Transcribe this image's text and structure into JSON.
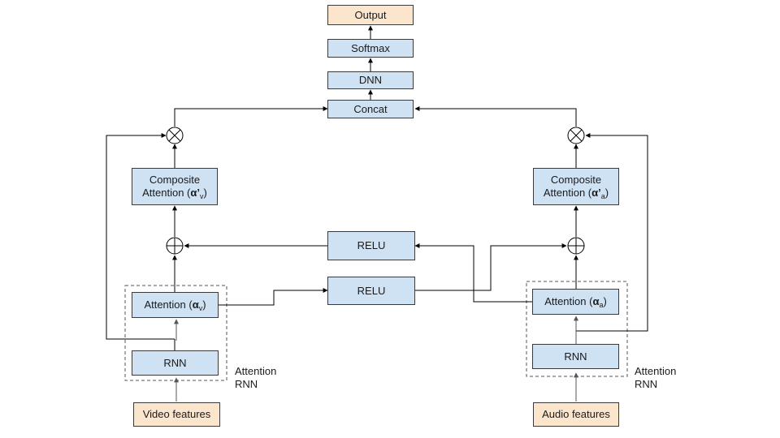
{
  "nodes": {
    "output": "Output",
    "softmax": "Softmax",
    "dnn": "DNN",
    "concat": "Concat",
    "composite_video": {
      "line1": "Composite",
      "line2_prefix": "Attention (",
      "alpha": "α",
      "prime": "’",
      "sub": "v",
      "close": ")"
    },
    "composite_audio": {
      "line1": "Composite",
      "line2_prefix": "Attention (",
      "alpha": "α",
      "prime": "’",
      "sub": "a",
      "close": ")"
    },
    "relu_top": "RELU",
    "relu_bottom": "RELU",
    "attention_video": {
      "prefix": "Attention (",
      "alpha": "α",
      "sub": "v",
      "close": ")"
    },
    "attention_audio": {
      "prefix": "Attention (",
      "alpha": "α",
      "sub": "a",
      "close": ")"
    },
    "rnn_video": "RNN",
    "rnn_audio": "RNN",
    "video_features": "Video features",
    "audio_features": "Audio features"
  },
  "group_labels": {
    "video": {
      "line1": "Attention",
      "line2": "RNN"
    },
    "audio": {
      "line1": "Attention",
      "line2": "RNN"
    }
  },
  "colors": {
    "model_block": "#cfe2f3",
    "io_block": "#fce5cd",
    "line": "#000000",
    "dashed_group": "#555555"
  },
  "operators": {
    "multiply_symbol": "⊗",
    "add_symbol": "⊕"
  }
}
